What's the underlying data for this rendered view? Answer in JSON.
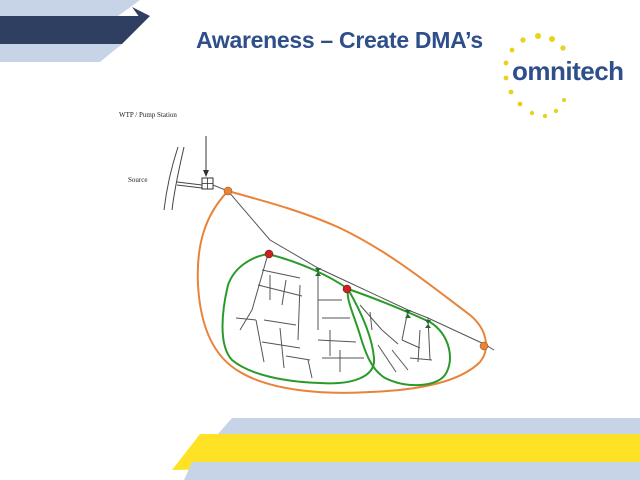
{
  "slide": {
    "title": "Awareness – Create DMA’s"
  },
  "logo": {
    "text": "omnitech",
    "dot_color": "#e8d21a",
    "text_color": "#2f4f8a"
  },
  "diagram": {
    "labels": {
      "wtp": "WTP / Pump Station",
      "source": "Source"
    },
    "colors": {
      "outer_boundary": "#e8843a",
      "dma_boundary": "#2a9a2a",
      "pipes": "#555555",
      "meter_nodes": "#e8843a",
      "valve_nodes": "#cc2222",
      "flow_meters": "#1f6b2b"
    }
  },
  "decor": {
    "band_navy": "#2f3f62",
    "band_lightblue": "#c7d3e6",
    "band_yellow": "#ffe226"
  }
}
